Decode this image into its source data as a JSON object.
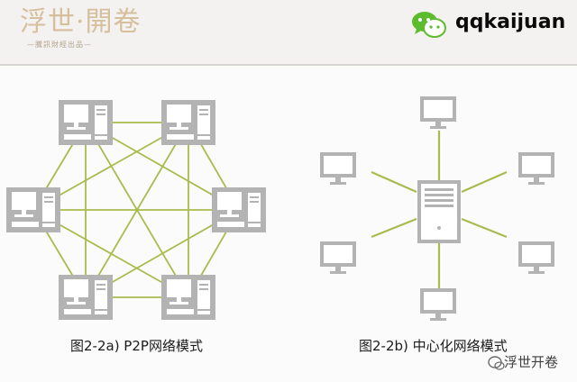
{
  "header": {
    "brand_title": "浮世·開卷",
    "brand_sub": "—騰訊財經出品—",
    "account": "qqkaijuan",
    "wechat_icon": "wechat-icon"
  },
  "diagrams": {
    "p2p_caption": "图2-2a) P2P网络模式",
    "central_caption": "图2-2b) 中心化网络模式"
  },
  "watermark": {
    "text": "浮世开卷"
  },
  "colors": {
    "link": "#a8bc4e",
    "node_gray": "#aeaeae",
    "brand": "#d6bf9d"
  }
}
